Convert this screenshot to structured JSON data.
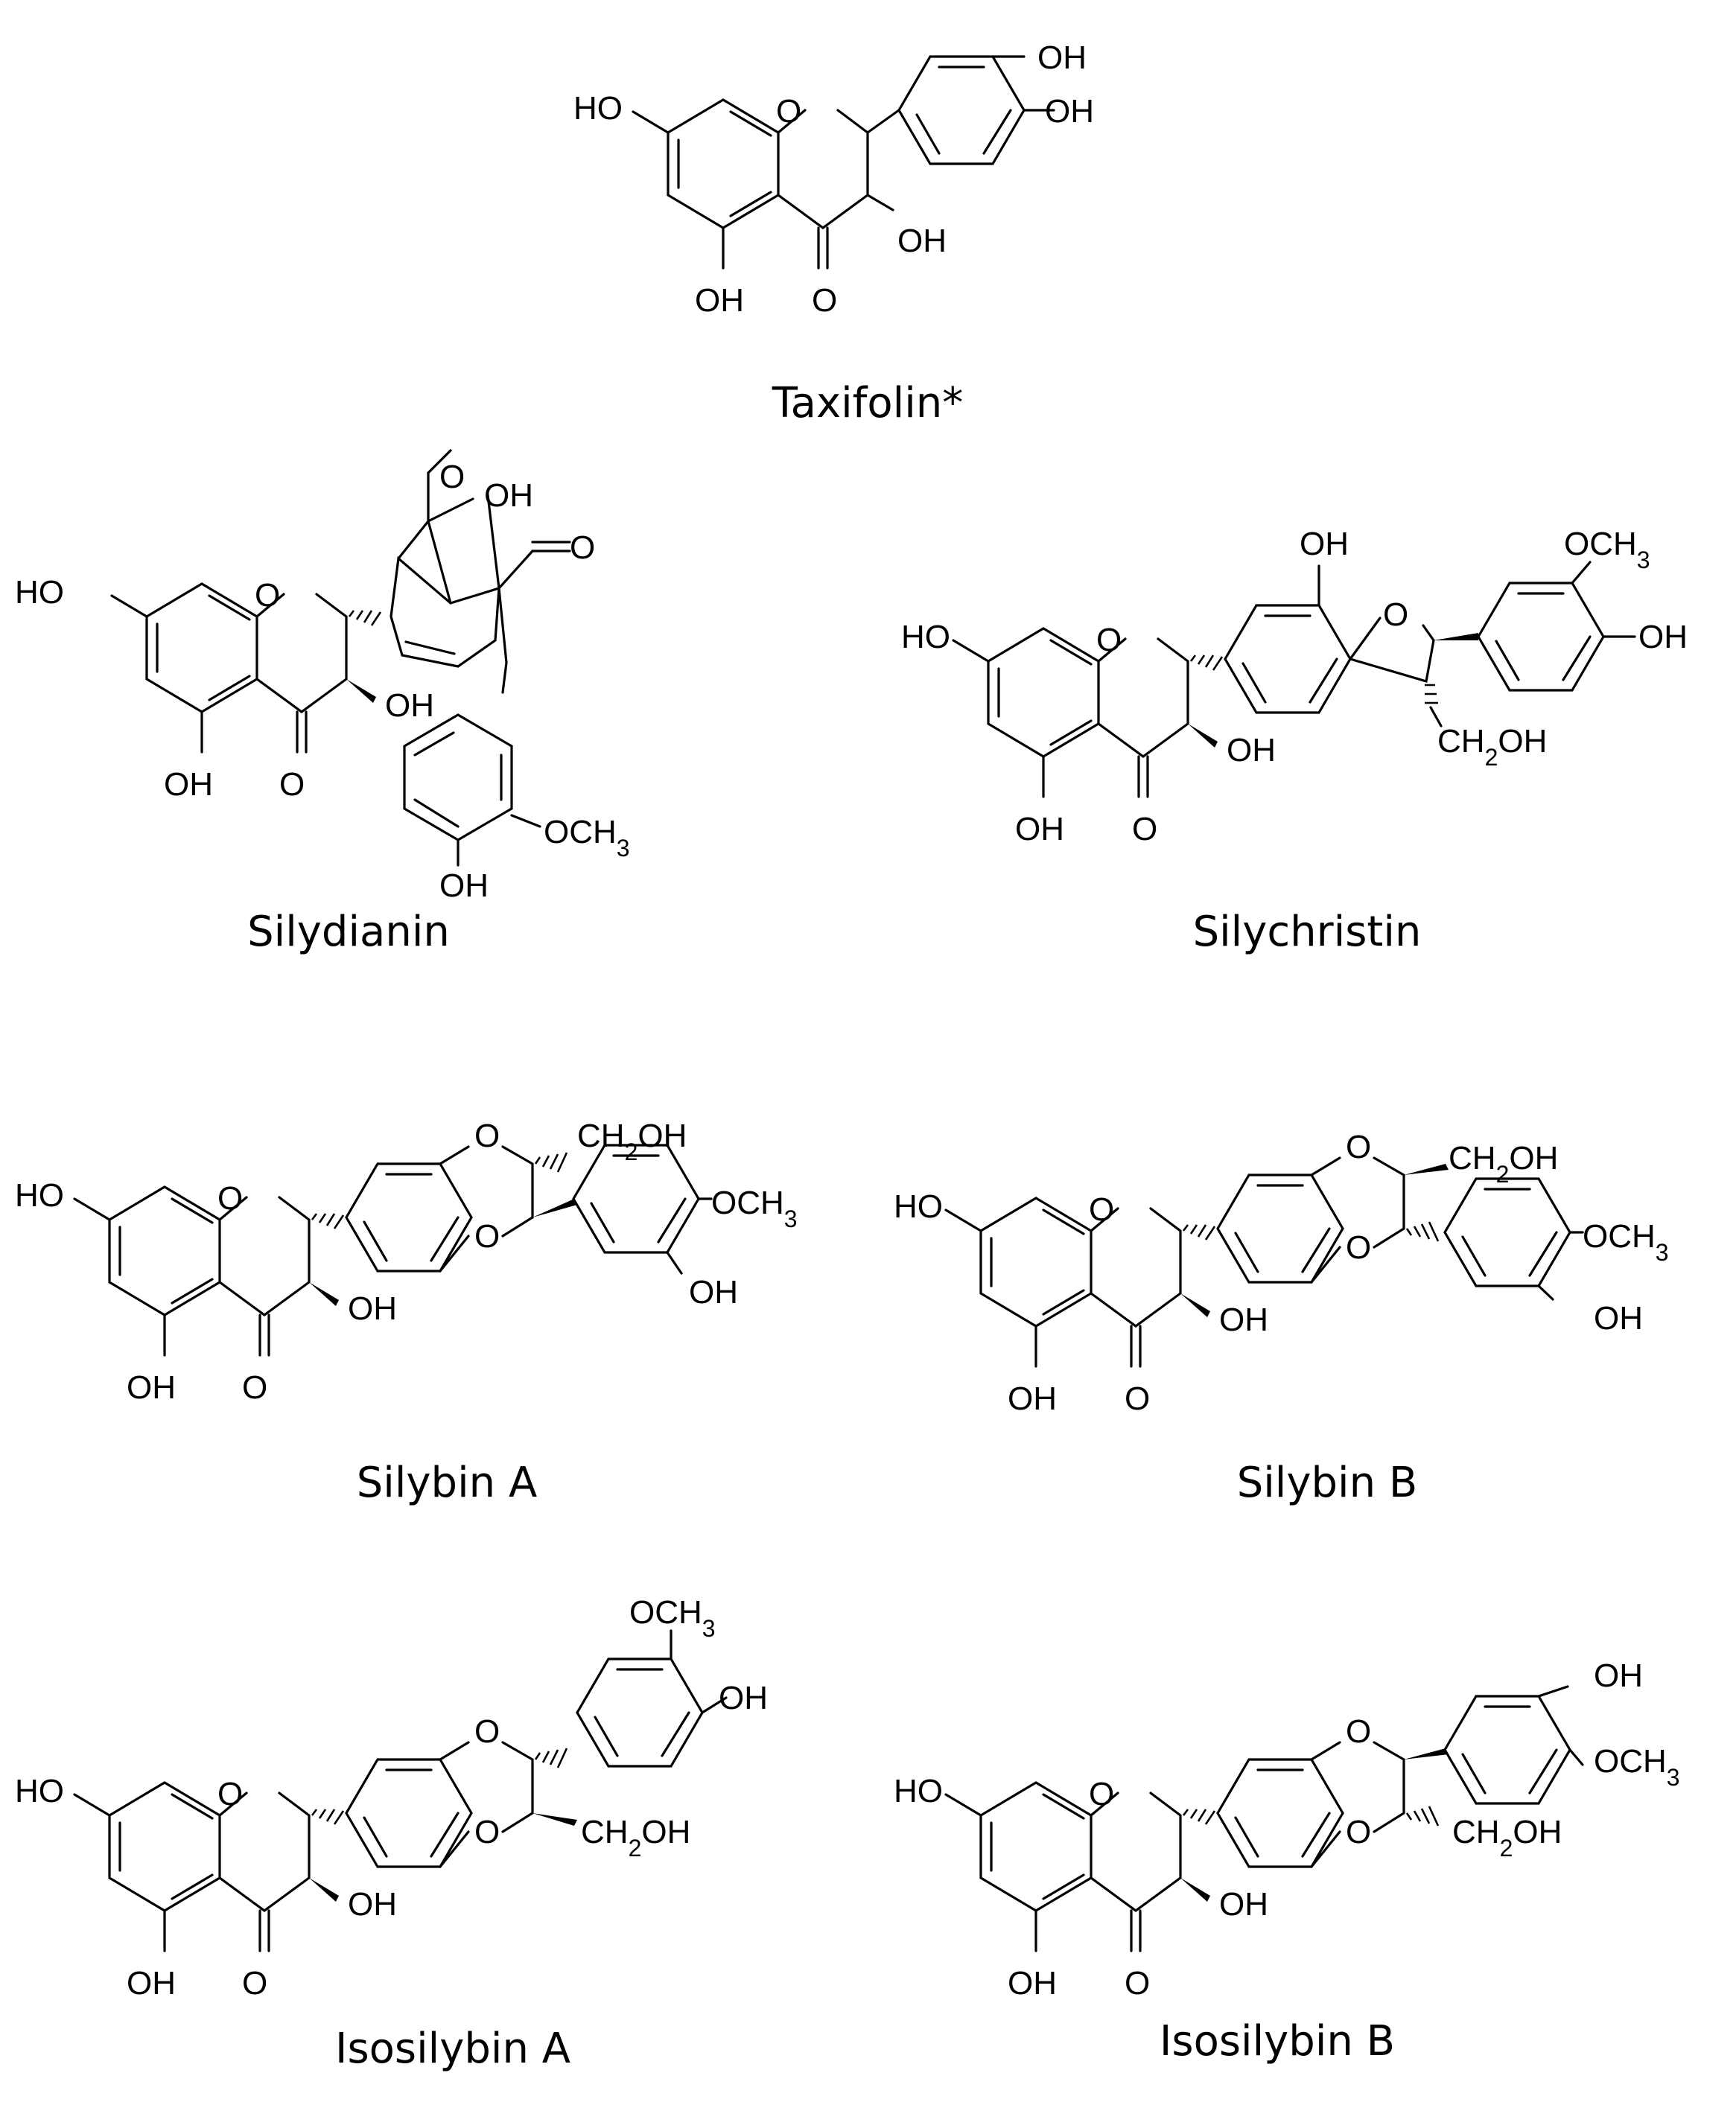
{
  "atom_labels": {
    "OH": "OH",
    "HO": "HO",
    "O": "O",
    "OCH3": "OCH3",
    "CH2OH": "CH2OH"
  },
  "molecules": [
    {
      "id": "taxifolin",
      "name": "Taxifolin*"
    },
    {
      "id": "silydianin",
      "name": "Silydianin"
    },
    {
      "id": "silychristin",
      "name": "Silychristin"
    },
    {
      "id": "silybin_a",
      "name": "Silybin A"
    },
    {
      "id": "silybin_b",
      "name": "Silybin B"
    },
    {
      "id": "isosilybin_a",
      "name": "Isosilybin A"
    },
    {
      "id": "isosilybin_b",
      "name": "Isosilybin B"
    }
  ]
}
